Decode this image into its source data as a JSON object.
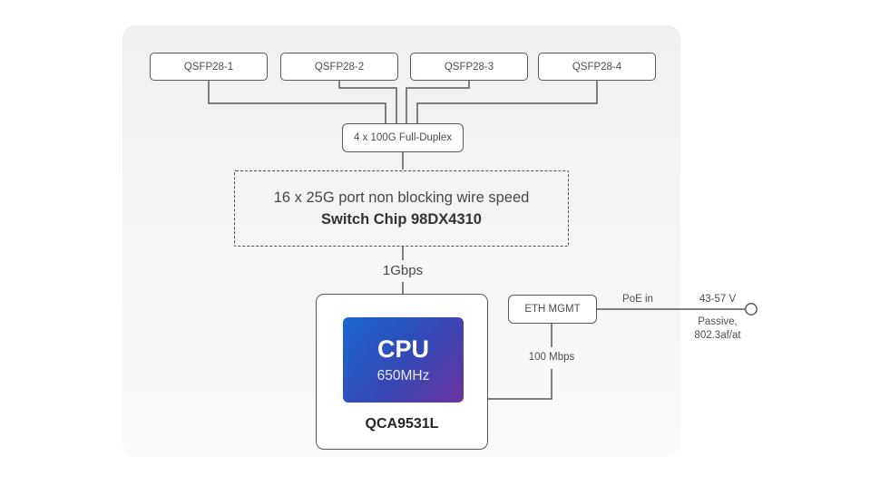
{
  "colors": {
    "line": "#595959",
    "panel-top": "#f0f0f0",
    "panel-bottom": "#fafafa",
    "cpu-grad-start": "#1a68d0",
    "cpu-grad-mid": "#3647b5",
    "cpu-grad-end": "#6c34a0",
    "text": "#4d4d4d"
  },
  "ports": [
    {
      "label": "QSFP28-1"
    },
    {
      "label": "QSFP28-2"
    },
    {
      "label": "QSFP28-3"
    },
    {
      "label": "QSFP28-4"
    }
  ],
  "uplink": {
    "label": "4 x 100G Full-Duplex"
  },
  "switch_chip": {
    "description": "16 x 25G port non blocking wire speed",
    "name": "Switch Chip 98DX4310"
  },
  "cpu": {
    "link_speed": "1Gbps",
    "label": "CPU",
    "clock": "650MHz",
    "chip_name": "QCA9531L"
  },
  "eth_mgmt": {
    "label": "ETH MGMT",
    "link_speed": "100 Mbps"
  },
  "poe": {
    "input_label": "PoE in",
    "voltage": "43-57 V",
    "standard_line1": "Passive,",
    "standard_line2": "802.3af/at"
  }
}
